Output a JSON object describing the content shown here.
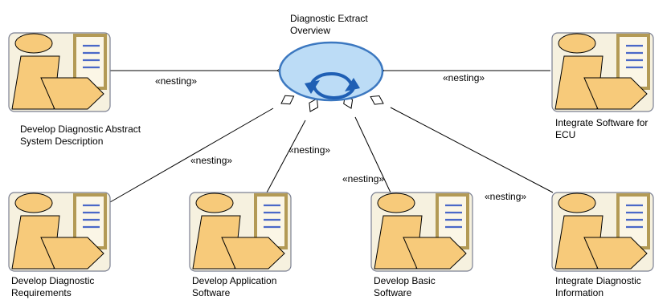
{
  "center": {
    "title": "Diagnostic Extract\nOverview",
    "colors": {
      "fill": "#bcdcf6",
      "stroke": "#3c78c0",
      "arrow": "#1f5fb4"
    }
  },
  "relation_label": "«nesting»",
  "activities": [
    {
      "id": "abstract",
      "label": "Develop Diagnostic Abstract\nSystem Description"
    },
    {
      "id": "integrate-sw",
      "label": "Integrate Software for\nECU"
    },
    {
      "id": "requirements",
      "label": "Develop Diagnostic\nRequirements"
    },
    {
      "id": "application",
      "label": "Develop Application\nSoftware"
    },
    {
      "id": "basic",
      "label": "Develop Basic\nSoftware"
    },
    {
      "id": "information",
      "label": "Integrate Diagnostic\nInformation"
    }
  ],
  "icon_colors": {
    "box_fill": "#f6f1df",
    "box_stroke": "#7b8092",
    "figure": "#f7ca7a",
    "doc_fill": "#fbf6e6",
    "doc_border": "#b39a55",
    "doc_lines": "#4a68c8"
  },
  "line_color": "#000000"
}
